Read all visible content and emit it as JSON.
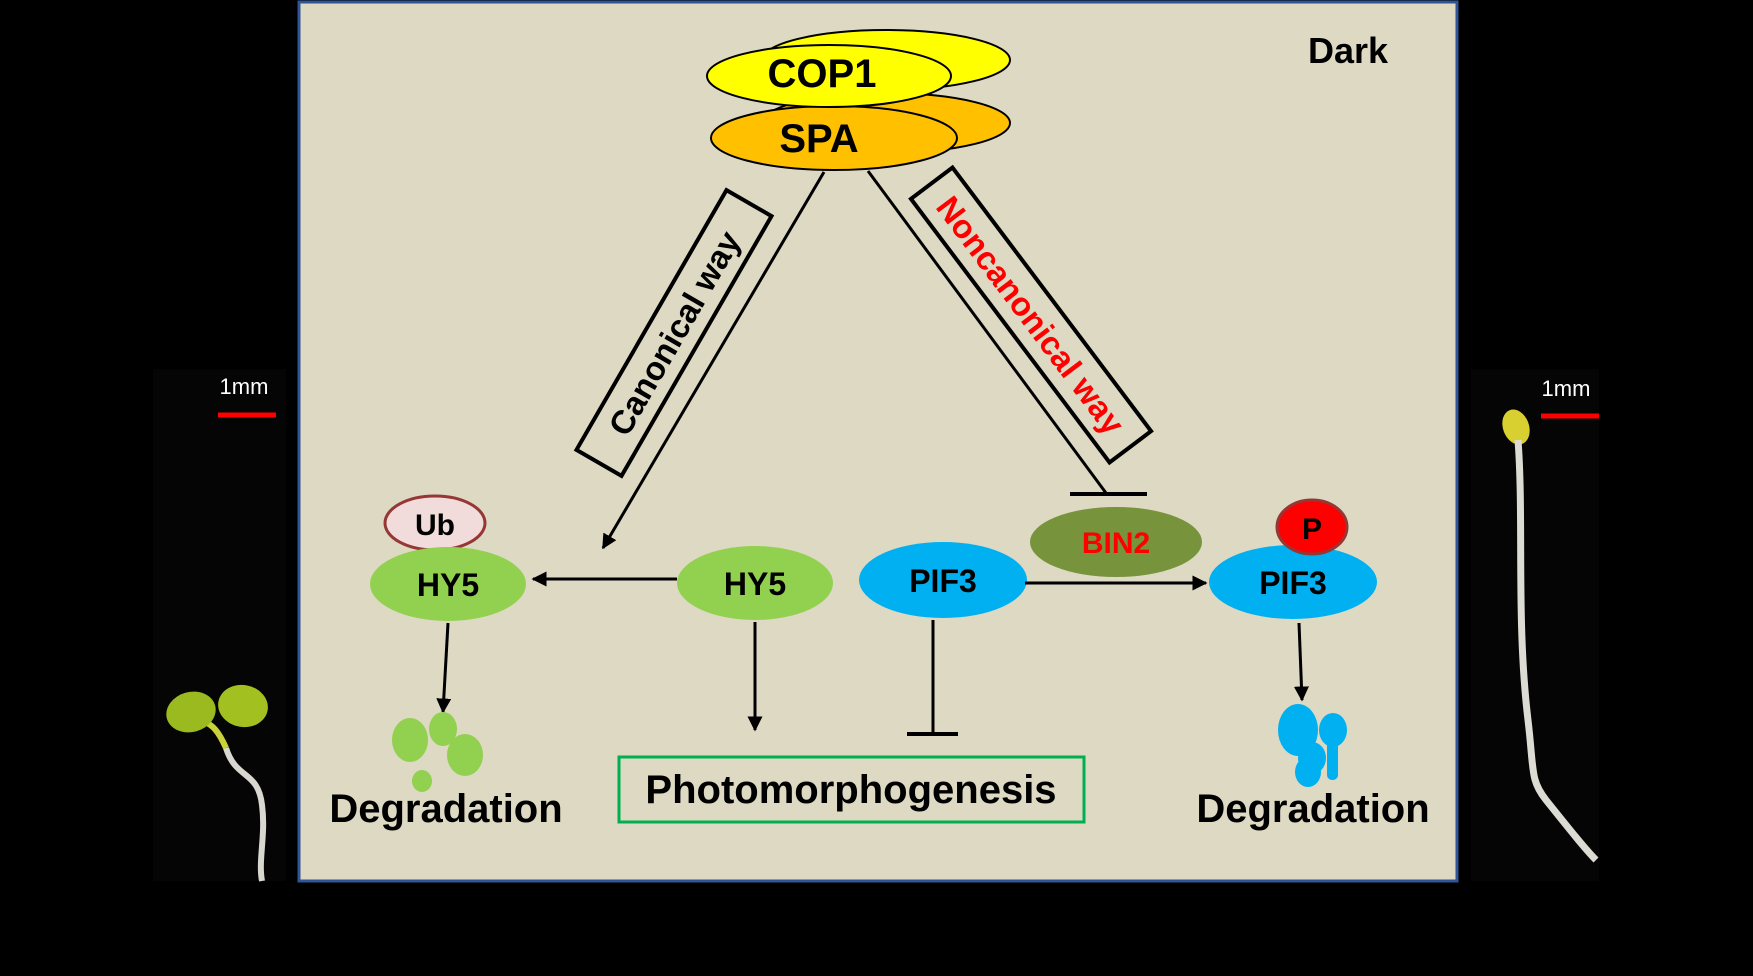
{
  "condition_label": "Dark",
  "complex": {
    "top": "COP1",
    "bottom": "SPA"
  },
  "pathways": {
    "canonical": "Canonical way",
    "noncanonical": "Noncanonical way"
  },
  "nodes": {
    "ub": "Ub",
    "hy5_ub": "HY5",
    "hy5": "HY5",
    "pif3": "PIF3",
    "bin2": "BIN2",
    "pif3_p": "PIF3",
    "p": "P"
  },
  "outcomes": {
    "left_degradation": "Degradation",
    "photomorphogenesis": "Photomorphogenesis",
    "right_degradation": "Degradation"
  },
  "seedlings": {
    "left_scale": "1mm",
    "right_scale": "1mm"
  },
  "colors": {
    "panel_bg": "#ddd9c3",
    "panel_border": "#2f5597",
    "cop1": "#ffff00",
    "spa": "#ffc000",
    "hy5": "#92d050",
    "pif3": "#00b0f0",
    "bin2": "#77933c",
    "red_text": "#ff0000",
    "ub_fill": "#f2dcdb",
    "ub_stroke": "#953735",
    "green_box": "#00b050",
    "scale_bar": "#ff0000"
  }
}
